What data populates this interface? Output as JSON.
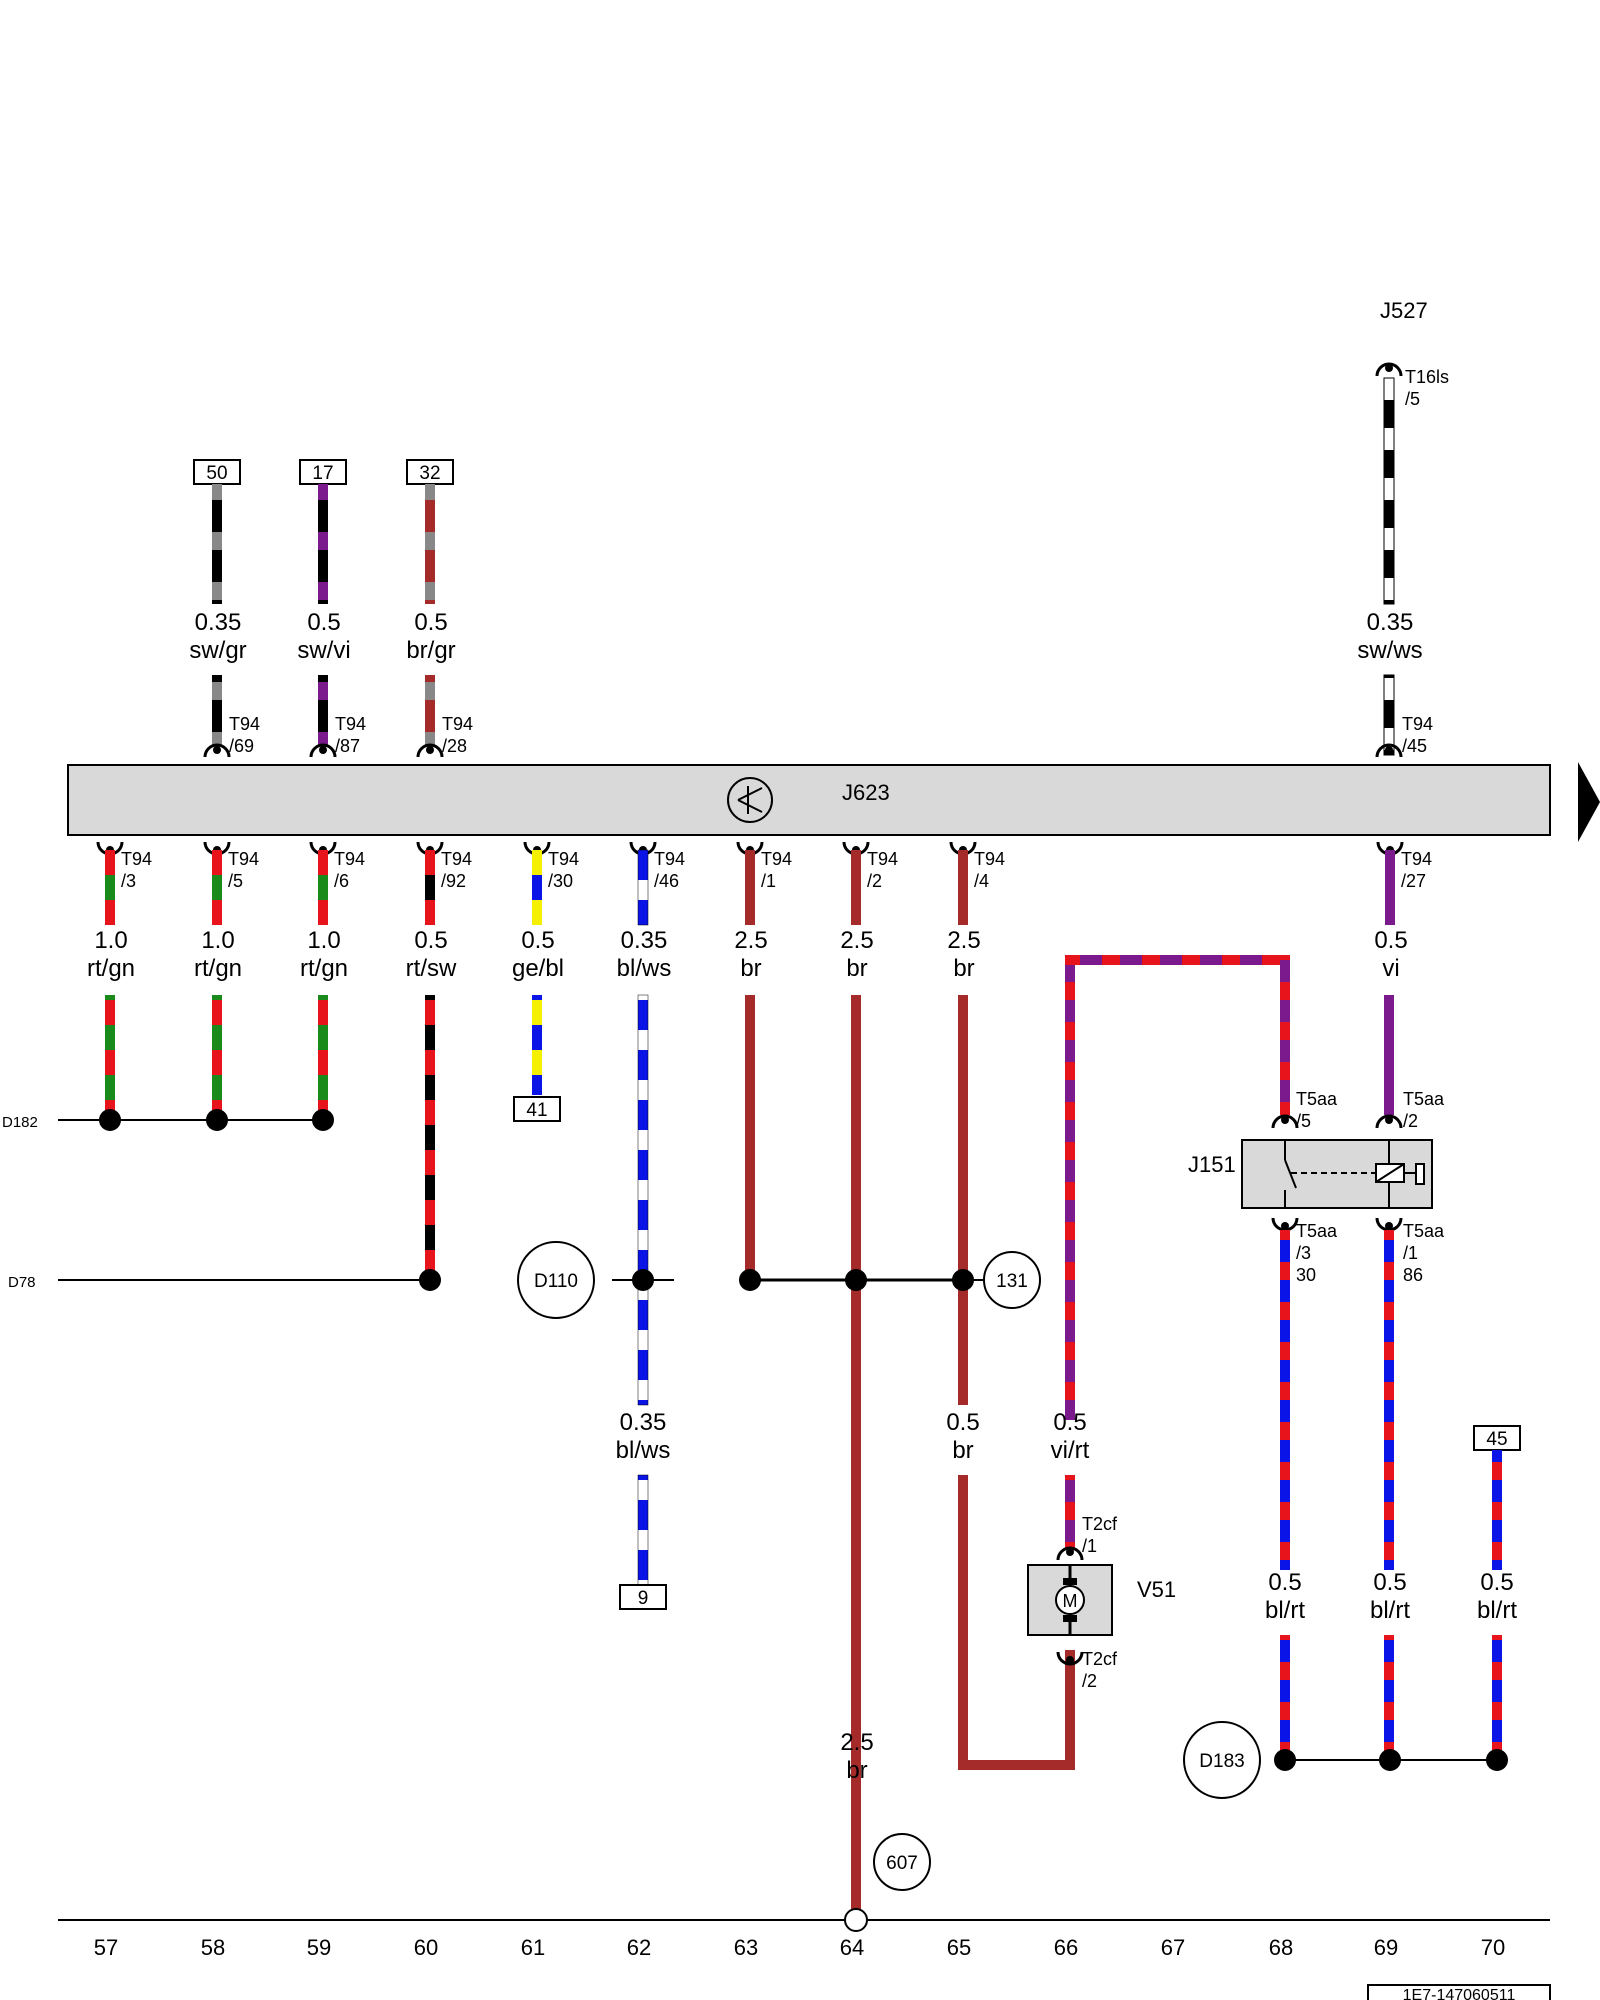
{
  "ecu": {
    "name": "J623",
    "glyph": "⊀"
  },
  "components": [
    {
      "id": "J527",
      "label": "J527"
    },
    {
      "id": "J151",
      "label": "J151"
    },
    {
      "id": "V51",
      "label": "V51",
      "symbol": "M"
    }
  ],
  "wires": [
    {
      "id": "w57a",
      "size": "1.0",
      "color": "rt/gn",
      "pin": "T94\n/3",
      "c1": "#e8141c",
      "c2": "#1a8a1a"
    },
    {
      "id": "w58a",
      "size": "1.0",
      "color": "rt/gn",
      "pin": "T94\n/5",
      "c1": "#e8141c",
      "c2": "#1a8a1a"
    },
    {
      "id": "w59a",
      "size": "1.0",
      "color": "rt/gn",
      "pin": "T94\n/6",
      "c1": "#e8141c",
      "c2": "#1a8a1a"
    },
    {
      "id": "w60a",
      "size": "0.5",
      "color": "rt/sw",
      "pin": "T94\n/92",
      "c1": "#e8141c",
      "c2": "#000000"
    },
    {
      "id": "w61a",
      "size": "0.5",
      "color": "ge/bl",
      "pin": "T94\n/30",
      "c1": "#f5f000",
      "c2": "#0a14e6"
    },
    {
      "id": "w62a",
      "size": "0.35",
      "color": "bl/ws",
      "pin": "T94\n/46",
      "c1": "#0a14e6",
      "c2": "#ffffff"
    },
    {
      "id": "w63a",
      "size": "2.5",
      "color": "br",
      "pin": "T94\n/1",
      "c1": "#a52a2a",
      "c2": "#a52a2a"
    },
    {
      "id": "w64a",
      "size": "2.5",
      "color": "br",
      "pin": "T94\n/2",
      "c1": "#a52a2a",
      "c2": "#a52a2a"
    },
    {
      "id": "w65a",
      "size": "2.5",
      "color": "br",
      "pin": "T94\n/4",
      "c1": "#a52a2a",
      "c2": "#a52a2a"
    },
    {
      "id": "w69a",
      "size": "0.5",
      "color": "vi",
      "pin": "T94\n/27",
      "c1": "#7a1a8c",
      "c2": "#7a1a8c"
    }
  ],
  "top_wires": [
    {
      "id": "t58",
      "size": "0.35",
      "color": "sw/gr",
      "pin": "T94\n/69",
      "ref": "50"
    },
    {
      "id": "t59",
      "size": "0.5",
      "color": "sw/vi",
      "pin": "T94\n/87",
      "ref": "17"
    },
    {
      "id": "t60",
      "size": "0.5",
      "color": "br/gr",
      "pin": "T94\n/28",
      "ref": "32"
    },
    {
      "id": "t69",
      "size": "0.35",
      "color": "sw/ws",
      "pin": "T94\n/45",
      "pin_top": "T16ls\n/5"
    }
  ],
  "lower_wires": [
    {
      "id": "l62",
      "size": "0.35",
      "color": "bl/ws",
      "ref": "9"
    },
    {
      "id": "l64",
      "size": "2.5",
      "color": "br"
    },
    {
      "id": "l65",
      "size": "0.5",
      "color": "br"
    },
    {
      "id": "l66",
      "size": "0.5",
      "color": "vi/rt",
      "pin_top": "T2cf\n/1",
      "pin_bottom": "T2cf\n/2"
    },
    {
      "id": "l68",
      "size": "0.5",
      "color": "bl/rt"
    },
    {
      "id": "l69",
      "size": "0.5",
      "color": "bl/rt"
    },
    {
      "id": "l70",
      "size": "0.5",
      "color": "bl/rt",
      "ref": "45"
    }
  ],
  "relay_pins": {
    "p5": "T5aa\n/5",
    "p2": "T5aa\n/2",
    "p3": "T5aa\n/3\n30",
    "p1": "T5aa\n/1\n86"
  },
  "refs": {
    "r61": "41"
  },
  "buses": {
    "d182": "D182",
    "d78": "D78"
  },
  "ground_points": [
    "D110",
    "131",
    "D183",
    "607"
  ],
  "columns": [
    "57",
    "58",
    "59",
    "60",
    "61",
    "62",
    "63",
    "64",
    "65",
    "66",
    "67",
    "68",
    "69",
    "70"
  ],
  "footer_code": "1E7-147060511"
}
